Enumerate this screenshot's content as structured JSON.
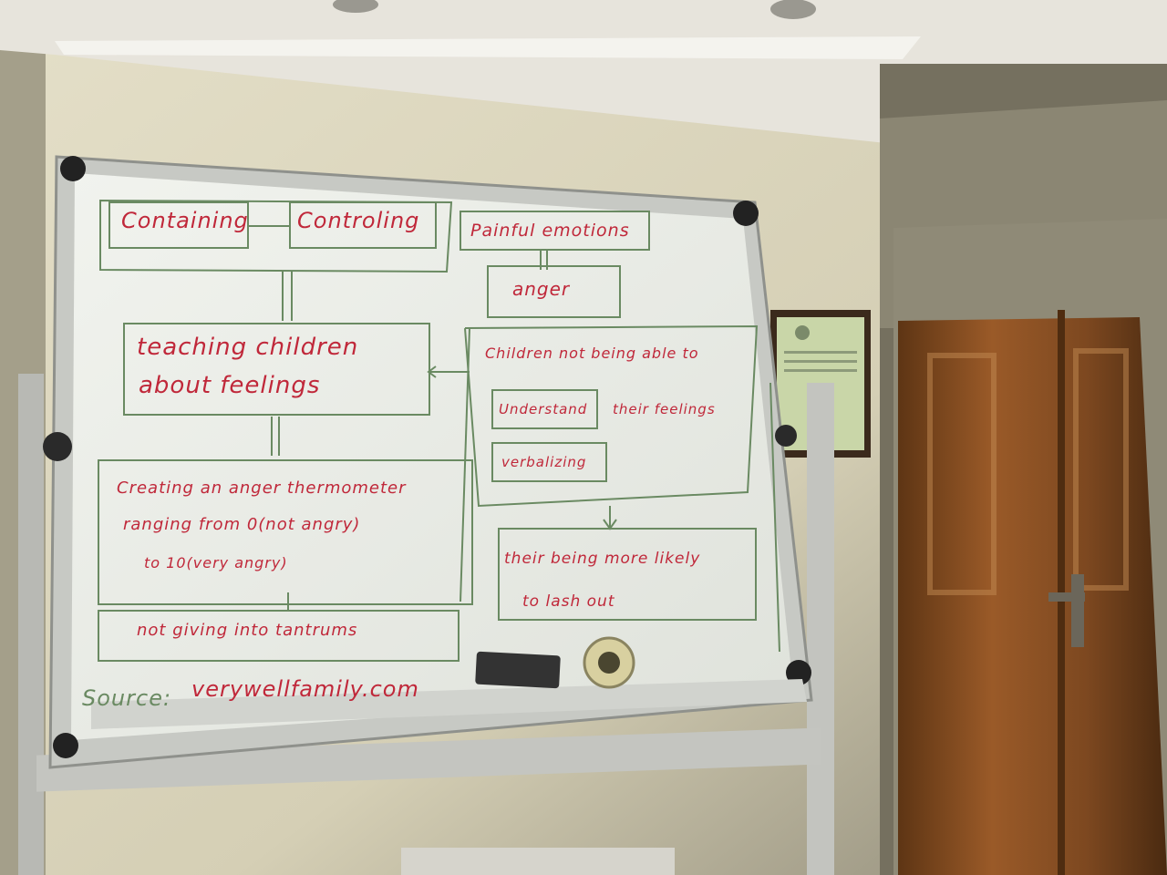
{
  "board": {
    "boxes": {
      "containing": "Containing",
      "controling": "Controling",
      "painful_emotions": "Painful emotions",
      "anger": "anger",
      "teaching_line1": "teaching children",
      "teaching_line2": "about feelings",
      "children_not_able": "Children not being able to",
      "understand": "Understand",
      "their_feelings": "their feelings",
      "verbalizing": "verbalizing",
      "thermo_line1": "Creating an anger thermometer",
      "thermo_line2": "ranging from 0(not angry)",
      "thermo_line3": "to 10(very angry)",
      "lash_line1": "their being more likely",
      "lash_line2": "to lash out",
      "tantrums": "not giving into tantrums"
    },
    "source_label": "Source:",
    "source_url": "verywellfamily.com"
  },
  "colors": {
    "wall": "#d9d4bd",
    "board": "#eef0e9",
    "red_marker": "#c0283a",
    "green_marker": "#6a8a62",
    "door": "#8a4f22"
  }
}
